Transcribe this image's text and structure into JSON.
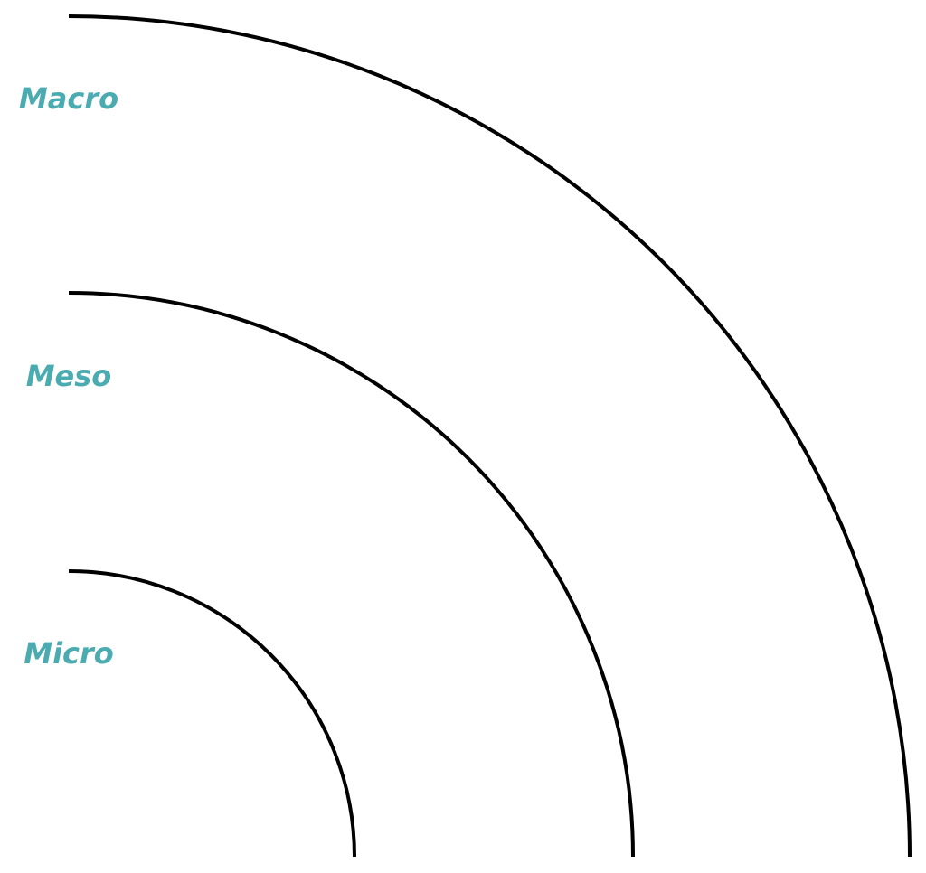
{
  "colors": {
    "label": "#4aacb0",
    "arc": "#000000"
  },
  "levels": [
    {
      "label": "Macro"
    },
    {
      "label": "Meso"
    },
    {
      "label": "Micro"
    }
  ]
}
